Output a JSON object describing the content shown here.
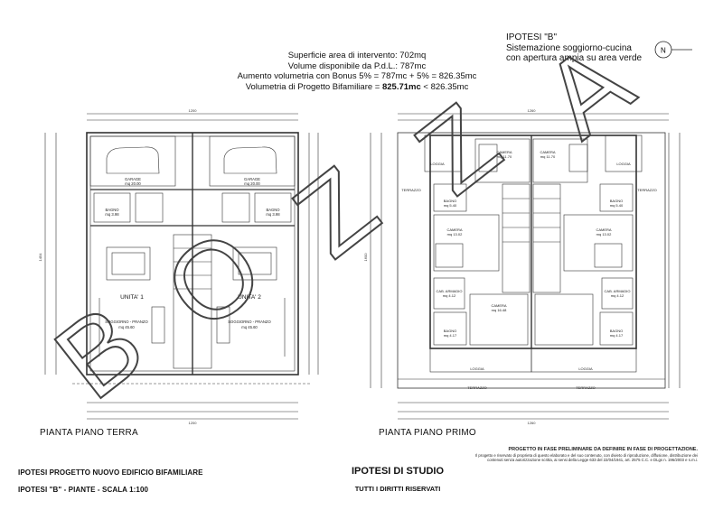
{
  "header": {
    "ipotesi_title": "IPOTESI \"B\"",
    "ipotesi_line1": "Sistemazione soggiorno-cucina",
    "ipotesi_line2": "con apertura ampia su area verde",
    "north_label": "N"
  },
  "info": {
    "line1": "Superficie area di intervento: 702mq",
    "line2": "Volume disponibile da P.d.L.: 787mc",
    "line3": "Aumento volumetria con Bonus 5% = 787mc + 5% = 826.35mc",
    "line4_pre": "Volumetria di Progetto Bifamiliare = ",
    "line4_bold": "825.71mc",
    "line4_post": " < 826.35mc"
  },
  "plans": {
    "ground_title": "PIANTA PIANO TERRA",
    "first_title": "PIANTA PIANO PRIMO",
    "ground_rooms": {
      "garage_a": "GARAGE",
      "garage_a_area": "mq 20.00",
      "garage_b": "GARAGE",
      "garage_b_area": "mq 20.00",
      "bagno_a": "BAGNO",
      "bagno_a_area": "mq 3.98",
      "bagno_b": "BAGNO",
      "bagno_b_area": "mq 3.98",
      "unit1": "UNITA' 1",
      "unit2": "UNITA' 2",
      "soggiorno_a": "SOGGIORNO - PRANZO",
      "soggiorno_a_area": "mq 45.60",
      "soggiorno_b": "SOGGIORNO - PRANZO",
      "soggiorno_b_area": "mq 45.60"
    },
    "first_rooms": {
      "loggia_a": "LOGGIA",
      "loggia_b": "LOGGIA",
      "terrazzo_a": "TERRAZZO",
      "terrazzo_b": "TERRAZZO",
      "camera1_a": "CAMERA",
      "camera1_a_area": "mq 11.70",
      "camera1_b": "CAMERA",
      "camera1_b_area": "mq 11.70",
      "bagno1_a": "BAGNO",
      "bagno1_a_area": "mq 5.40",
      "bagno1_b": "BAGNO",
      "bagno1_b_area": "mq 5.40",
      "camera2_a": "CAMERA",
      "camera2_a_area": "mq 13.02",
      "camera2_b": "CAMERA",
      "camera2_b_area": "mq 13.02",
      "cab_a": "CAB. ARMADIO",
      "cab_a_area": "mq 4.12",
      "cab_b": "CAB. ARMADIO",
      "cab_b_area": "mq 4.12",
      "camera3": "CAMERA",
      "camera3_area": "mq 16.48",
      "bagno2_a": "BAGNO",
      "bagno2_a_area": "mq 4.17",
      "bagno2_b": "BAGNO",
      "bagno2_b_area": "mq 4.17",
      "loggia_c": "LOGGIA",
      "loggia_d": "LOGGIA",
      "terrazzo_c": "TERRAZZO",
      "terrazzo_d": "TERRAZZO"
    },
    "dims": {
      "total_top": "1200",
      "total_bottom": "1200",
      "d_1260": "1260",
      "d_1454": "1454",
      "d_1600": "1600"
    }
  },
  "footer": {
    "left1": "IPOTESI PROGETTO NUOVO EDIFICIO BIFAMILIARE",
    "left2": "IPOTESI \"B\" - PIANTE - SCALA 1:100",
    "center1": "IPOTESI DI STUDIO",
    "center2": "TUTTI I DIRITTI RISERVATI",
    "note_title": "PROGETTO IN FASE PRELIMINARE DA DEFINIRE IN FASE DI PROGETTAZIONE.",
    "note_body": "Il progetto e riservato di proprieta di questo elaborato e del suo contenuto, con divieto di riproduzione, diffusione, distribuzione dei contenuti senza autorizzazione scritta, ai sensi della Legge 633 del 22/04/1941, art. 2575 C.C. e DLgs n. 196/2003 e s.m.i."
  },
  "watermark": "BOZZA"
}
